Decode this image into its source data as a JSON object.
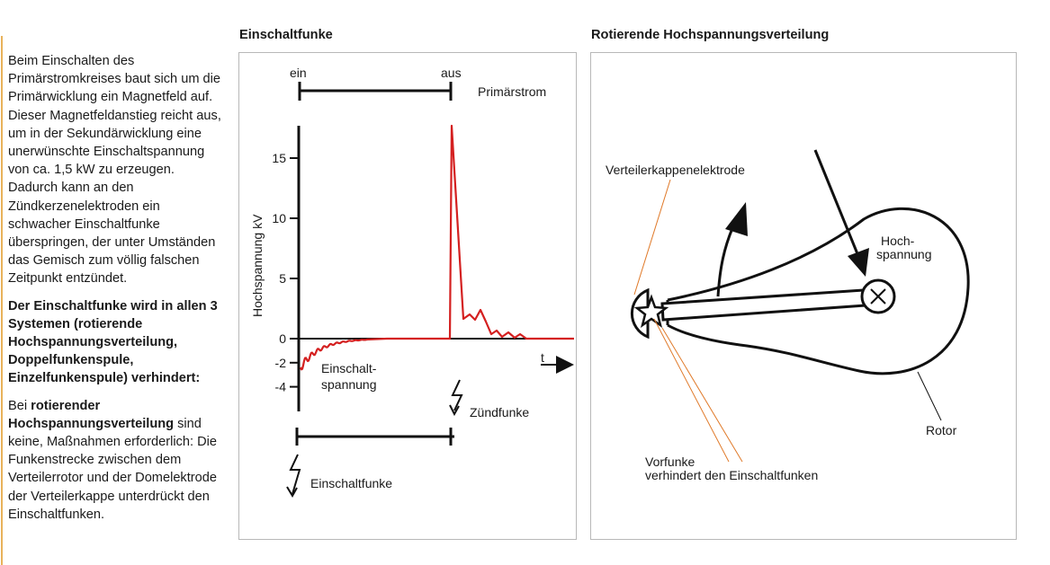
{
  "sidebar": {
    "p1": "Beim Einschalten des Primärstromkreises baut sich um die Primärwicklung ein Magnetfeld auf. Dieser Magnetfeldanstieg reicht aus, um in der Sekundärwicklung eine unerwünschte Einschaltspannung von ca. 1,5 kW zu erzeugen. Dadurch kann an den Zündkerzenelektroden ein schwacher Einschaltfunke überspringen, der unter Umständen das Gemisch zum völlig falschen Zeitpunkt entzündet.",
    "p2": "Der Einschaltfunke wird in allen 3 Systemen (rotierende Hochspannungsverteilung, Doppelfunkenspule, Einzelfunkenspule) verhindert:",
    "p3_pre": "Bei ",
    "p3_bold": "rotierender Hochspannungsverteilung",
    "p3_post": " sind keine, Maßnahmen erforderlich: Die Funkenstrecke zwischen dem Verteilerrotor und der Domelektrode der Verteilerkappe unterdrückt den Einschaltfunken."
  },
  "left_panel": {
    "title": "Einschaltfunke",
    "label_ein": "ein",
    "label_aus": "aus",
    "label_primaerstrom": "Primärstrom",
    "label_t": "t",
    "label_einschalt_1": "Einschalt-",
    "label_einschalt_2": "spannung",
    "label_zuendfunke": "Zündfunke",
    "label_einschaltfunke": "Einschaltfunke"
  },
  "chart_data": {
    "type": "line",
    "ylabel": "Hochspannung kV",
    "xlabel": "t",
    "yticks": [
      "15",
      "10",
      "5",
      "0",
      "-2",
      "-4"
    ],
    "ytick_values": [
      15,
      10,
      5,
      0,
      -2,
      -4
    ],
    "ylim": [
      -5.5,
      18
    ],
    "series_color": "#d42020"
  },
  "right_panel": {
    "title": "Rotierende Hochspannungsverteilung",
    "label_verteilerkappenelektrode": "Verteilerkappenelektrode",
    "label_hochspannung_1": "Hoch-",
    "label_hochspannung_2": "spannung",
    "label_rotor": "Rotor",
    "label_vorfunke_1": "Vorfunke",
    "label_vorfunke_2": "verhindert den Einschaltfunken",
    "leader_color": "#e07a2a"
  }
}
